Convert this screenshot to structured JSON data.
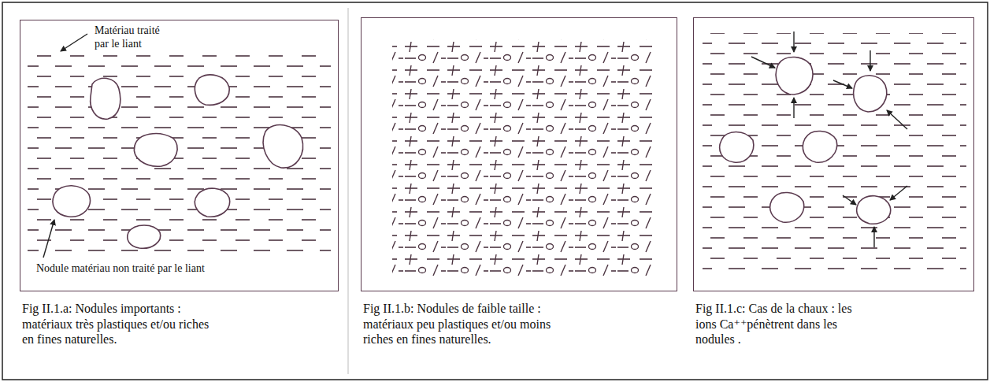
{
  "diagram": {
    "nodes": [
      {
        "text": [
          "Matériau traité par le liant",
          "Nodule matériau non traité par le liant",
          "Fig II.1.a: Nodules importants : matériaux très plastiques et/ou riches en fines naturelles."
        ]
      },
      {
        "text": [
          "Fig II.1.b: Nodules de faible taille : matériaux peu plastiques et/ou moins riches en fines naturelles."
        ]
      },
      {
        "text": [
          "Fig II.1.c: Cas de la chaux : les ions Ca⁺⁺pénètrent dans les nodules ."
        ]
      }
    ]
  }
}
